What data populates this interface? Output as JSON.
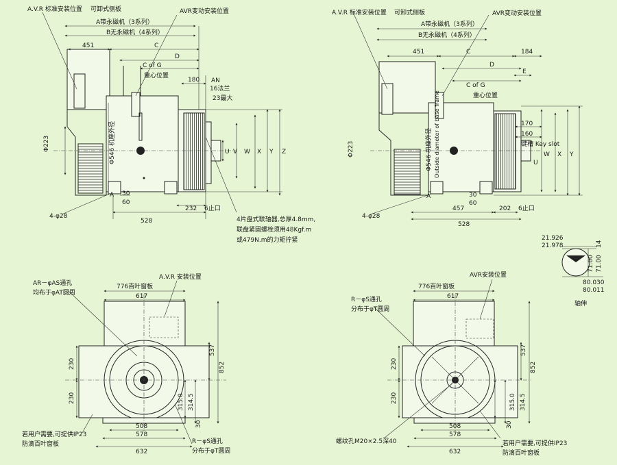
{
  "colors": {
    "background": "#e6f5d3",
    "line": "#262626"
  },
  "top_left": {
    "avr_std": "A.V.R 标准安装位置",
    "side_plate": "可卸式侧板",
    "avr_alt": "AVR变动安装位置",
    "a_type": "A带永磁机（3系列）",
    "b_type": "B无永磁机（4系列）",
    "d451": "451",
    "dC": "C",
    "dD": "D",
    "cog": "C of G",
    "cog_cn": "重心位置",
    "d180": "180",
    "AN": "AN",
    "flange16": "16法兰",
    "max23": "23最大",
    "phi223": "Φ223",
    "phi546": "Φ546 机座外径",
    "dU": "U",
    "dV": "V",
    "dW": "W",
    "dX": "X",
    "dY": "Y",
    "dZ": "Z",
    "dA": "A",
    "d30": "30",
    "d60": "60",
    "bolt": "4-φ28",
    "d528": "528",
    "d232": "232",
    "stop6": "6止口",
    "note1": "4片盘式联轴器,总厚4.8mm,",
    "note2": "联盘紧固螺栓须用48Kgf.m",
    "note3": "或479N.m的力矩拧紧"
  },
  "top_right": {
    "avr_std": "A.V.R 标准安装位置",
    "side_plate": "可卸式侧板",
    "avr_alt": "AVR变动安装位置",
    "a_type": "A带永磁机（3系列）",
    "b_type": "B无永磁机（4系列）",
    "d451": "451",
    "dC": "C",
    "d184": "184",
    "dD": "D",
    "dE": "E",
    "cog": "C of G",
    "cog_cn": "重心位置",
    "phi223": "Φ223",
    "phi546_cn": "Φ546 机座外径",
    "phi546_en": "Outside diameter of base frame",
    "d170": "170",
    "d160": "160",
    "keyway": "键槽 Key slot",
    "dU": "U",
    "dW": "W",
    "dX": "X",
    "dY": "Y",
    "dA": "A",
    "d30": "30",
    "d60": "60",
    "bolt": "4-φ28",
    "d457": "457",
    "d202": "202",
    "stop6": "6止口",
    "d528": "528"
  },
  "shaft": {
    "d1": "21.926",
    "d2": "21.978",
    "d14": "14",
    "d71a": "71.00",
    "d71b": "71.00",
    "d80a": "80.030",
    "d80b": "80.011",
    "label": "轴伸"
  },
  "bottom_left": {
    "holes1": "AR－φAS通孔",
    "holes2": "均布于φAT圆周",
    "louver": "776百叶窗板",
    "avr": "A.V.R 安装位置",
    "d617": "617",
    "d537": "537",
    "d852": "852",
    "d230a": "230",
    "d230b": "230",
    "d315": "315.0",
    "d314": "314.5",
    "d30": "30",
    "d508": "508",
    "d578": "578",
    "d632": "632",
    "note1": "若用户需要,可提供IP23",
    "note2": "防滴百叶窗板",
    "rs1": "R－φS通孔",
    "rs2": "分布于φT圆周"
  },
  "bottom_right": {
    "louver": "776百叶窗板",
    "avr": "AVR安装位置",
    "rs1": "R－φS通孔",
    "rs2": "分布于φT圆周",
    "d617": "617",
    "d537": "537",
    "d852": "852",
    "d230a": "230",
    "d230b": "230",
    "d315": "315.0",
    "d314": "314.5",
    "d30": "30",
    "d508": "508",
    "d578": "578",
    "d632": "632",
    "thread": "螺纹孔M20×2.5深40",
    "note1": "若用户需要,可提供IP23",
    "note2": "防滴百叶窗板"
  }
}
